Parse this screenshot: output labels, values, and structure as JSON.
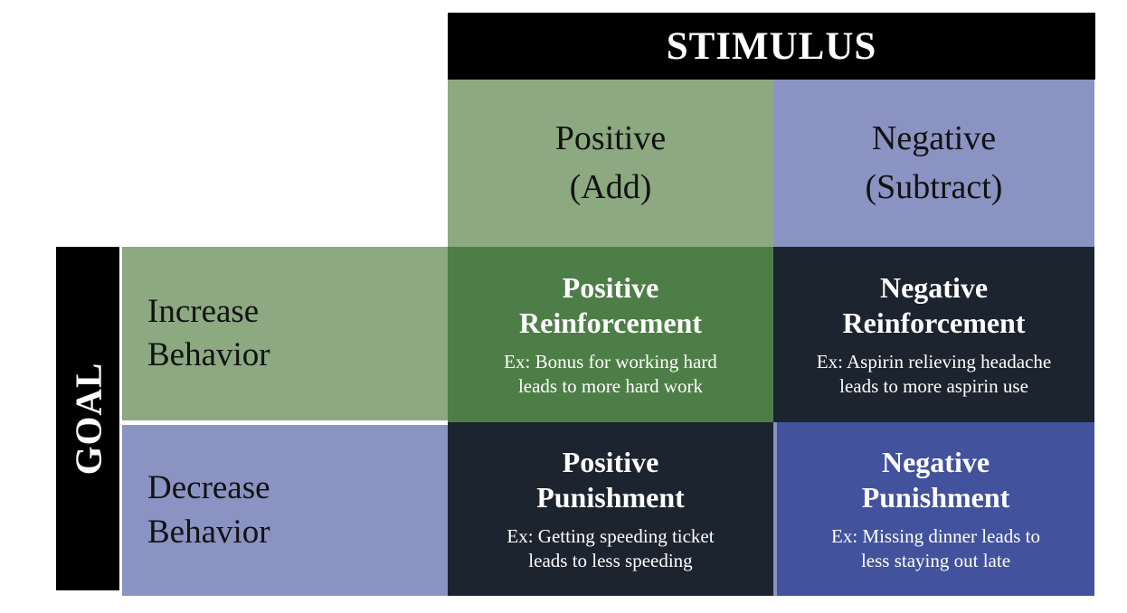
{
  "header": {
    "stimulus_title": "STIMULUS",
    "columns": [
      {
        "line1": "Positive",
        "line2": "(Add)"
      },
      {
        "line1": "Negative",
        "line2": "(Subtract)"
      }
    ]
  },
  "goal": {
    "title": "GOAL",
    "rows": [
      {
        "line1": "Increase",
        "line2": "Behavior"
      },
      {
        "line1": "Decrease",
        "line2": "Behavior"
      }
    ]
  },
  "matrix": {
    "cells": [
      {
        "title1": "Positive",
        "title2": "Reinforcement",
        "example1": "Ex: Bonus for working hard",
        "example2": "leads to more hard work"
      },
      {
        "title1": "Negative",
        "title2": "Reinforcement",
        "example1": "Ex: Aspirin relieving headache",
        "example2": "leads to more aspirin use"
      },
      {
        "title1": "Positive",
        "title2": "Punishment",
        "example1": "Ex: Getting speeding ticket",
        "example2": "leads to less speeding"
      },
      {
        "title1": "Negative",
        "title2": "Punishment",
        "example1": "Ex: Missing dinner leads to",
        "example2": "less staying out late"
      }
    ]
  },
  "colors": {
    "light_green": "#8CA981",
    "light_purple": "#8A93C2",
    "dark_green": "#4E7E47",
    "dark_navy": "#1C242F",
    "medium_blue": "#42529D",
    "bar_black": "#000000",
    "white": "#FFFFFF"
  }
}
